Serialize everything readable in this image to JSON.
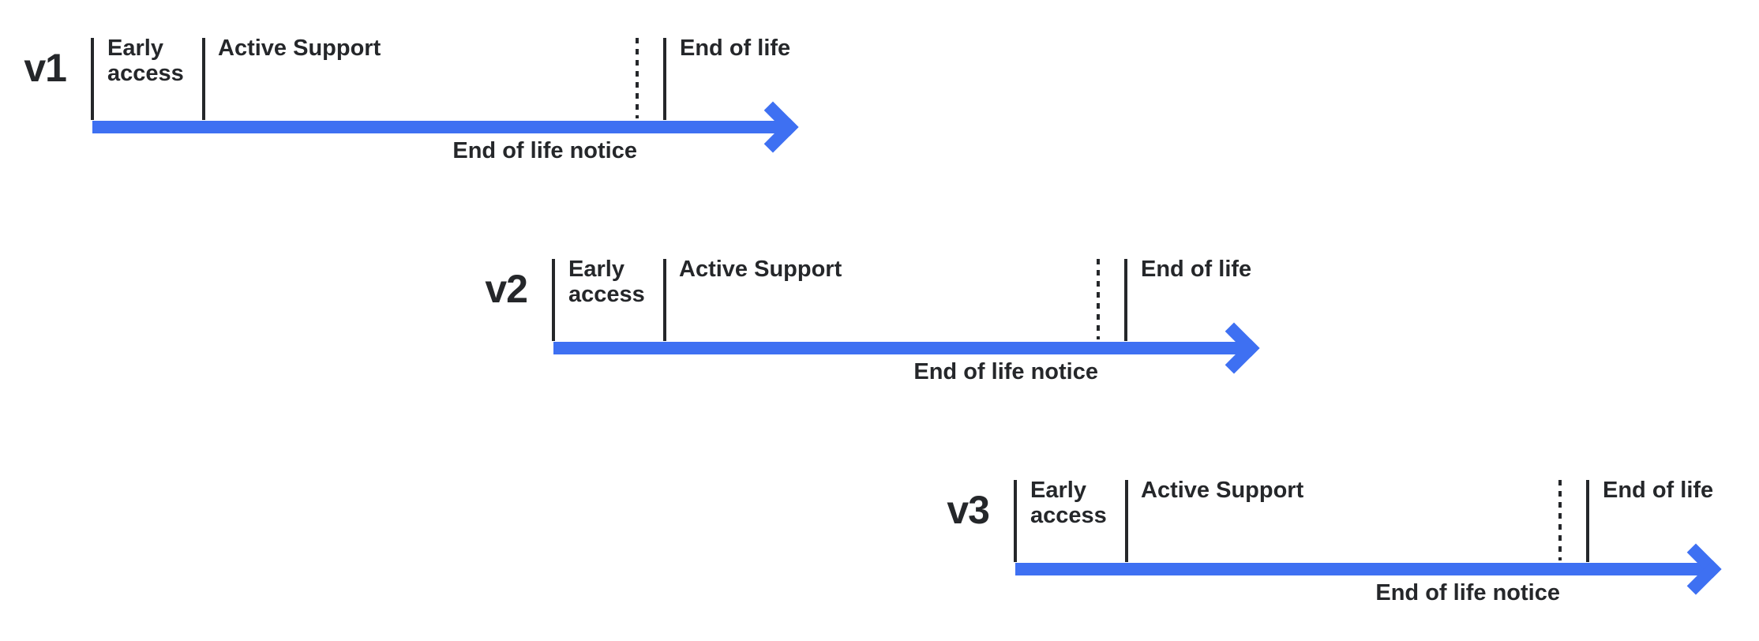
{
  "colors": {
    "accent": "#3E70F2",
    "text": "#25272A",
    "background": "#FFFFFF"
  },
  "timelines": [
    {
      "version": "v1",
      "early_access": "Early access",
      "active_support": "Active Support",
      "end_of_life": "End of life",
      "notice": "End of life notice"
    },
    {
      "version": "v2",
      "early_access": "Early access",
      "active_support": "Active Support",
      "end_of_life": "End of life",
      "notice": "End of life notice"
    },
    {
      "version": "v3",
      "early_access": "Early access",
      "active_support": "Active Support",
      "end_of_life": "End of life",
      "notice": "End of life notice"
    }
  ]
}
